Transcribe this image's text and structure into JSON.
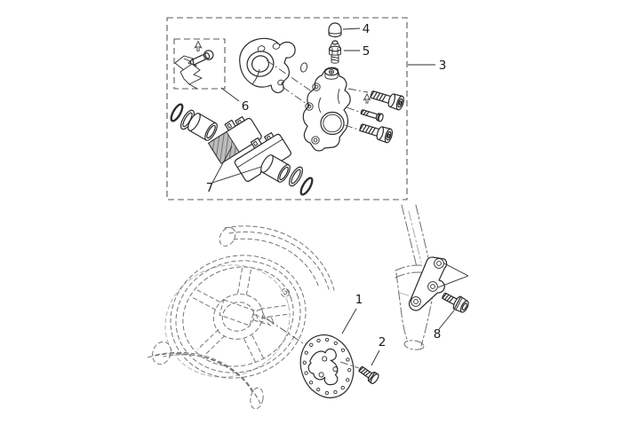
{
  "diagram": {
    "colors": {
      "line": "#2b2b2b",
      "ghost_line": "#757575",
      "box_line": "#5a5a5a",
      "pad_shade_fill": "#bdbdbd",
      "pad_shade_stroke": "#5f5f5f",
      "label_text": "#1a1a1a",
      "background": "#ffffff"
    },
    "callouts": [
      {
        "label": "1"
      },
      {
        "label": "2"
      },
      {
        "label": "3"
      },
      {
        "label": "4"
      },
      {
        "label": "5"
      },
      {
        "label": "6"
      },
      {
        "label": "7"
      },
      {
        "label": "8"
      }
    ]
  }
}
